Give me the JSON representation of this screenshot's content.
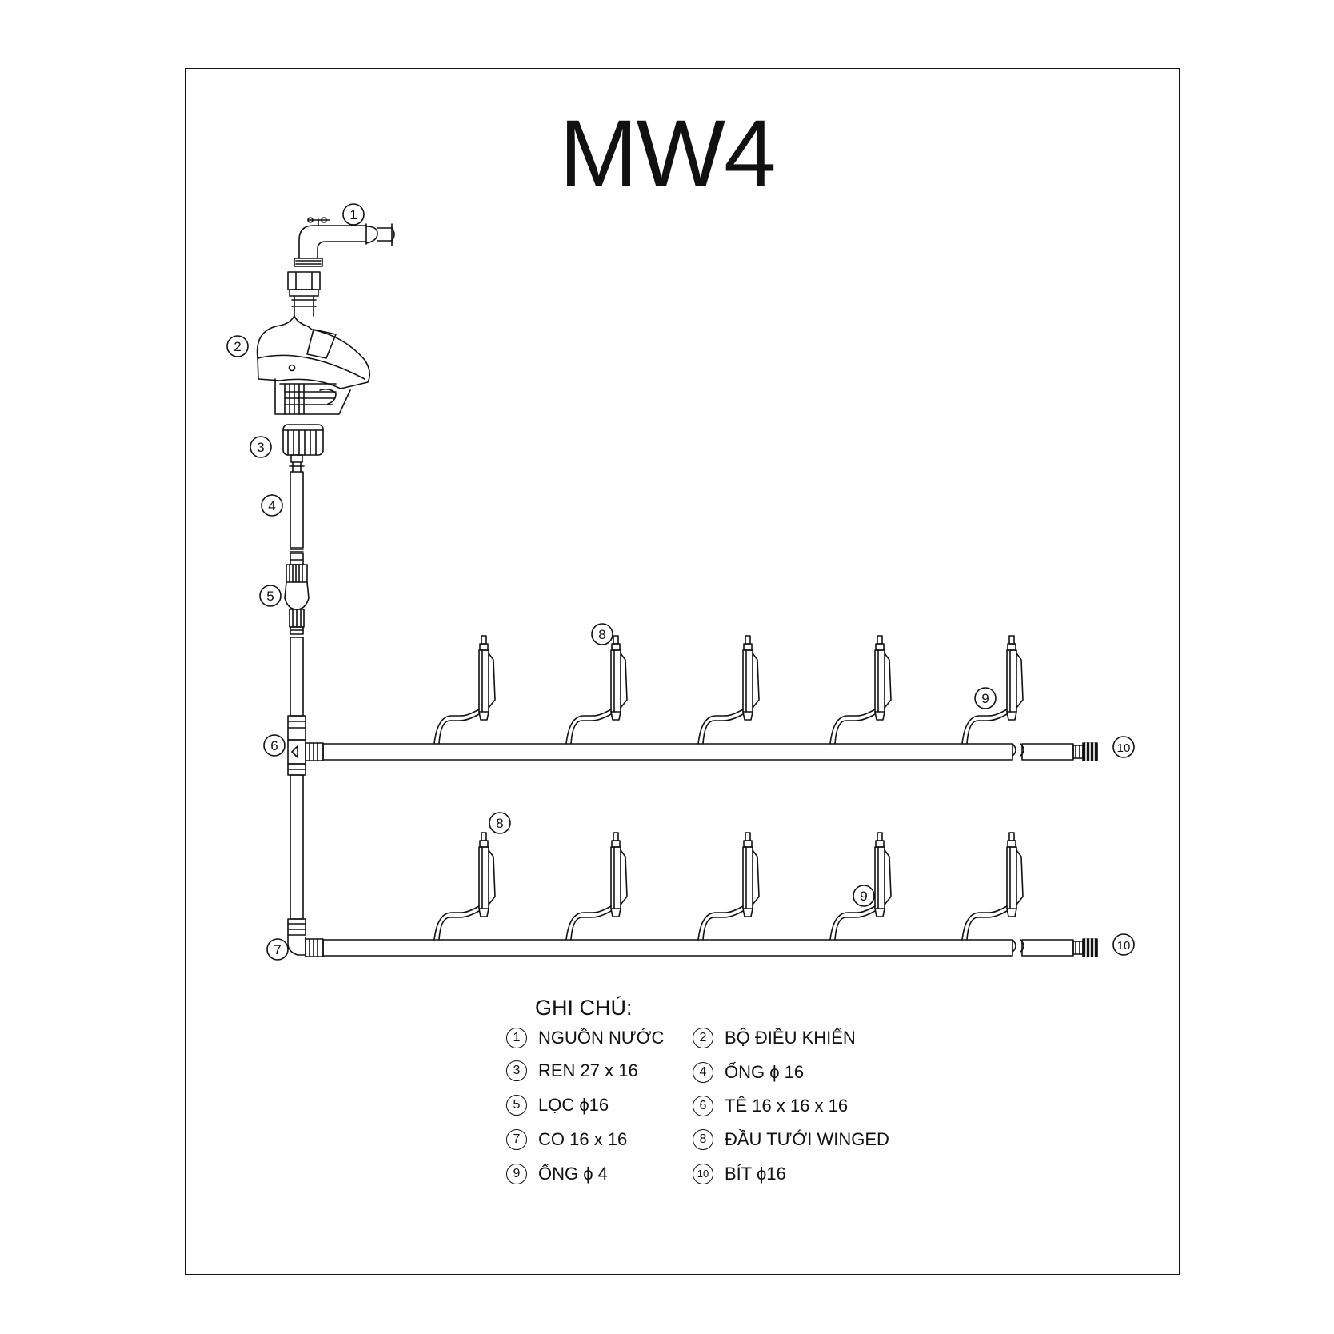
{
  "title": "MW4",
  "callouts": {
    "water_source": "1",
    "controller": "2",
    "thread": "3",
    "pipe16": "4",
    "filter": "5",
    "tee": "6",
    "elbow": "7",
    "sprinkler": "8",
    "pipe4": "9",
    "end_cap": "10"
  },
  "legend": {
    "title": "GHI CHÚ:",
    "items": [
      {
        "num": "1",
        "text": "NGUỒN NƯỚC"
      },
      {
        "num": "2",
        "text": "BỘ ĐIỀU KHIỂN"
      },
      {
        "num": "3",
        "text": "REN 27 x 16"
      },
      {
        "num": "4",
        "text": "ỐNG ϕ 16"
      },
      {
        "num": "5",
        "text": "LỌC ϕ16"
      },
      {
        "num": "6",
        "text": "TÊ 16 x 16 x 16"
      },
      {
        "num": "7",
        "text": "CO 16 x 16"
      },
      {
        "num": "8",
        "text": "ĐẦU TƯỚI WINGED"
      },
      {
        "num": "9",
        "text": "ỐNG ϕ 4"
      },
      {
        "num": "10",
        "text": "BÍT ϕ16"
      }
    ]
  }
}
